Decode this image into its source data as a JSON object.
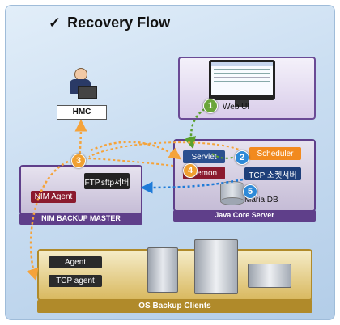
{
  "title": "Recovery Flow",
  "check_glyph": "✓",
  "web_ui": {
    "label": "Web UI",
    "step": "1"
  },
  "hmc": {
    "label": "HMC"
  },
  "nim": {
    "label": "NIM  BACKUP MASTER",
    "agent": "NIM Agent",
    "ftp": "FTP,sftp서버",
    "step": "3"
  },
  "core": {
    "label": "Java Core Server",
    "servlet": "Servlet",
    "demon": "Demon",
    "scheduler": "Scheduler",
    "tcp": "TCP 소켓서버",
    "db": "Maria DB",
    "steps": {
      "s2": "2",
      "s4": "4",
      "s5": "5"
    }
  },
  "clients": {
    "label": "OS Backup Clients",
    "agent": "Agent",
    "tcp_agent": "TCP agent"
  },
  "colors": {
    "green_arrow": "#5aa02c",
    "orange_arrow": "#f5a33a",
    "blue_arrow": "#1e7bd8",
    "purple_box": "#5f3f8a",
    "gold": "#c8a23a"
  }
}
